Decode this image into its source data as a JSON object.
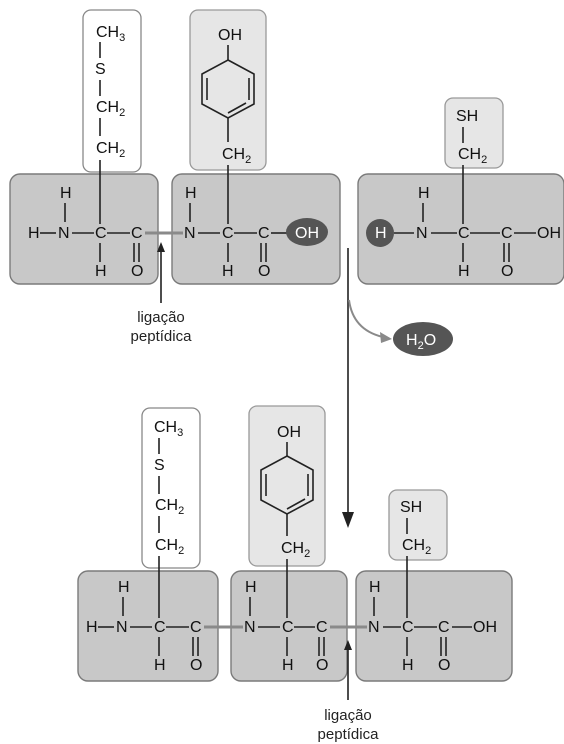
{
  "labels": {
    "ch3": "CH",
    "ch3_sub": "3",
    "s": "S",
    "ch2": "CH",
    "ch2_sub": "2",
    "oh": "OH",
    "sh": "SH",
    "h": "H",
    "n": "N",
    "c": "C",
    "o": "O",
    "water": "H",
    "water_sub": "2",
    "water_o": "O",
    "peptide_line1": "ligação",
    "peptide_line2": "peptídica"
  },
  "colors": {
    "box_fill": "#c8c8c8",
    "side_highlight": "#e6e6e6",
    "ellipse_dark": "#555555"
  }
}
